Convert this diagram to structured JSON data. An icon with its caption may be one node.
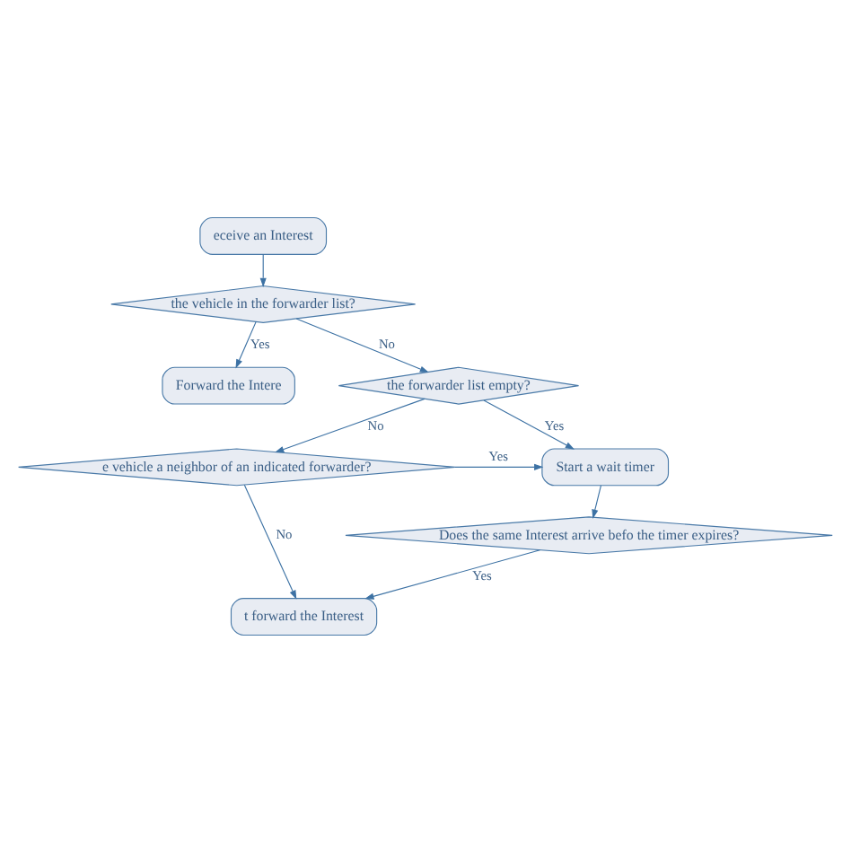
{
  "diagram": {
    "nodes": [
      {
        "text": [
          "eceive an Interest"
        ]
      },
      {
        "text": [
          "the vehicle in the forwarder list?"
        ]
      },
      {
        "text": [
          "Forward the Intere"
        ]
      },
      {
        "text": [
          "the forwarder list empty?"
        ]
      },
      {
        "text": [
          "Start a wait timer"
        ]
      },
      {
        "text": [
          "e vehicle a neighbor of an indicated forwarder?"
        ]
      },
      {
        "text": [
          "Does the same Interest arrive befo the timer expires?"
        ]
      },
      {
        "text": [
          "t forward the Interest"
        ]
      }
    ],
    "edges": [
      {
        "from": 0,
        "to": 1,
        "arrow": "to"
      },
      {
        "from": 1,
        "to": 2,
        "arrow": "to",
        "label": "Yes"
      },
      {
        "from": 1,
        "to": 3,
        "arrow": "to",
        "label": "No"
      },
      {
        "from": 3,
        "to": 4,
        "arrow": "to",
        "label": "Yes"
      },
      {
        "from": 3,
        "to": 5,
        "arrow": "to",
        "label": "No"
      },
      {
        "from": 5,
        "to": 4,
        "arrow": "to",
        "label": "Yes"
      },
      {
        "from": 4,
        "to": 6,
        "arrow": "to"
      },
      {
        "from": 5,
        "to": 7,
        "arrow": "to",
        "label": "No"
      },
      {
        "from": 6,
        "to": 7,
        "arrow": "to",
        "label": "Yes"
      }
    ]
  }
}
